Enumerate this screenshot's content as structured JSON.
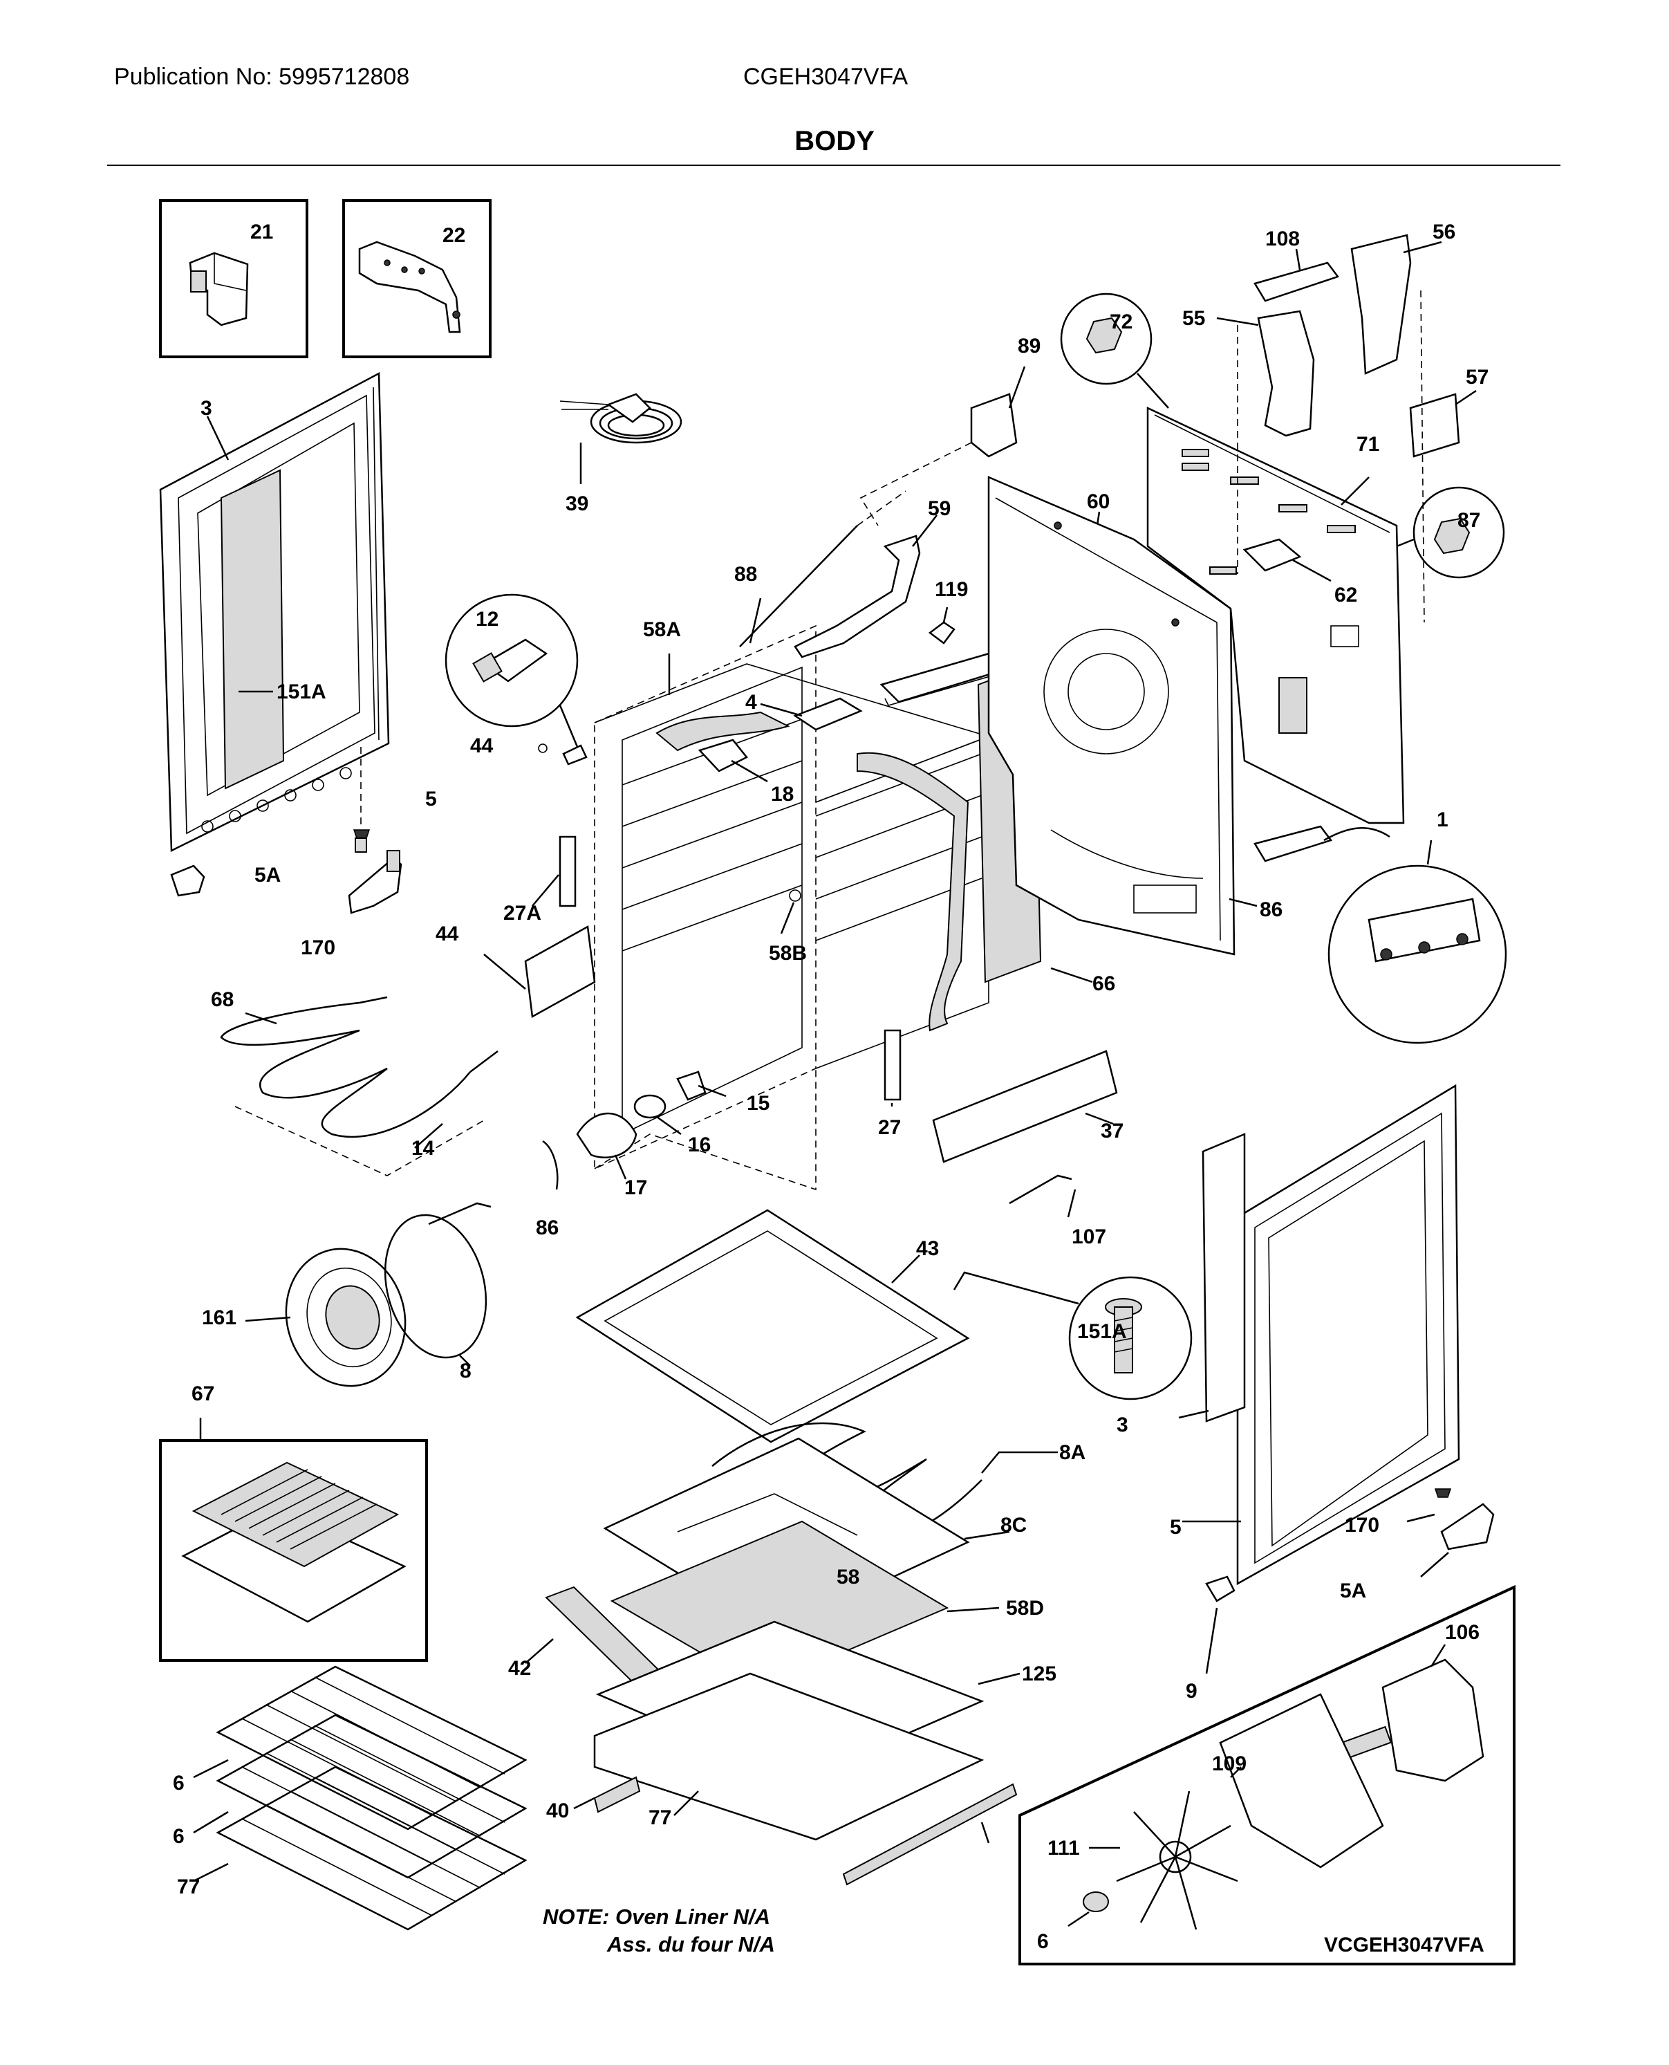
{
  "header": {
    "publication": "Publication No: 5995712808",
    "model": "CGEH3047VFA",
    "section": "BODY"
  },
  "note": {
    "line1": "NOTE: Oven Liner N/A",
    "line2": "Ass. du four N/A"
  },
  "diagram_id": "VCGEH3047VFA",
  "callouts": [
    "21",
    "22",
    "3",
    "151A",
    "5",
    "5A",
    "170",
    "39",
    "12",
    "44",
    "88",
    "58A",
    "4",
    "59",
    "18",
    "89",
    "60",
    "119",
    "72",
    "108",
    "55",
    "56",
    "57",
    "71",
    "87",
    "62",
    "1",
    "86",
    "27A",
    "44",
    "58B",
    "66",
    "68",
    "14",
    "15",
    "16",
    "17",
    "86",
    "27",
    "37",
    "107",
    "161",
    "8",
    "43",
    "151A",
    "3",
    "5",
    "170",
    "5A",
    "9",
    "67",
    "8A",
    "8C",
    "58",
    "58D",
    "42",
    "125",
    "106",
    "109",
    "111",
    "6",
    "6",
    "6",
    "77",
    "40",
    "77"
  ]
}
